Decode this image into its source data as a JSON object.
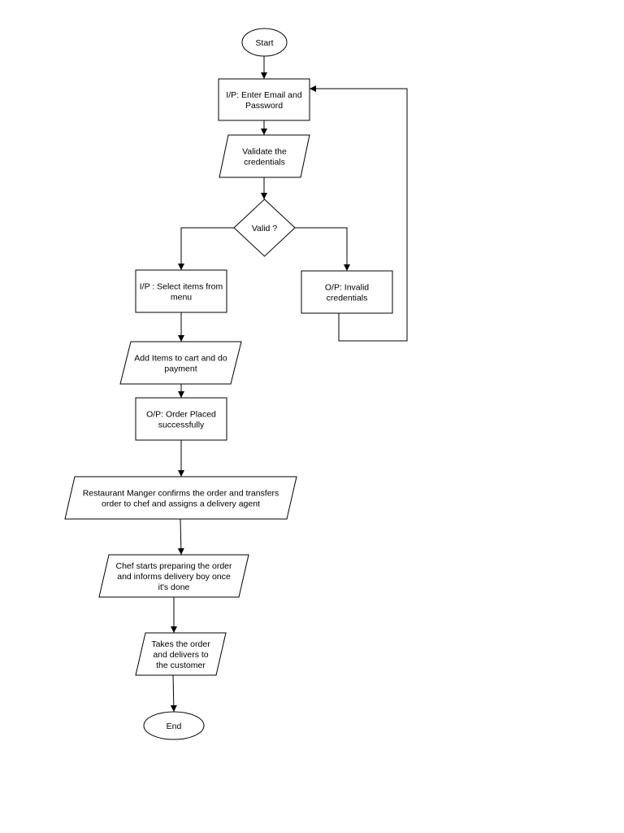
{
  "nodes": {
    "start": {
      "type": "terminator",
      "lines": [
        "Start"
      ]
    },
    "enter_credentials": {
      "type": "process",
      "lines": [
        "I/P: Enter Email and",
        "Password"
      ]
    },
    "validate": {
      "type": "data",
      "lines": [
        "Validate the",
        "credentials"
      ]
    },
    "valid_decision": {
      "type": "decision",
      "lines": [
        "Valid ?"
      ]
    },
    "select_items": {
      "type": "process",
      "lines": [
        "I/P : Select items from",
        "menu"
      ]
    },
    "invalid_credentials": {
      "type": "process",
      "lines": [
        "O/P: Invalid",
        "credentials"
      ]
    },
    "add_to_cart": {
      "type": "data",
      "lines": [
        "Add Items to cart and do",
        "payment"
      ]
    },
    "order_placed": {
      "type": "process",
      "lines": [
        "O/P: Order Placed",
        "successfully"
      ]
    },
    "manager_confirms": {
      "type": "data",
      "lines": [
        "Restaurant Manger confirms the order and transfers",
        "order to chef and assigns a delivery agent"
      ]
    },
    "chef_prepares": {
      "type": "data",
      "lines": [
        "Chef starts preparing the order",
        "and informs delivery boy once",
        "it's done"
      ]
    },
    "deliver": {
      "type": "data",
      "lines": [
        "Takes the order",
        "and delivers to",
        "the customer"
      ]
    },
    "end": {
      "type": "terminator",
      "lines": [
        "End"
      ]
    }
  },
  "edges": [
    [
      "start",
      "enter_credentials"
    ],
    [
      "enter_credentials",
      "validate"
    ],
    [
      "validate",
      "valid_decision"
    ],
    [
      "valid_decision",
      "select_items"
    ],
    [
      "valid_decision",
      "invalid_credentials"
    ],
    [
      "invalid_credentials",
      "enter_credentials"
    ],
    [
      "select_items",
      "add_to_cart"
    ],
    [
      "add_to_cart",
      "order_placed"
    ],
    [
      "order_placed",
      "manager_confirms"
    ],
    [
      "manager_confirms",
      "chef_prepares"
    ],
    [
      "chef_prepares",
      "deliver"
    ],
    [
      "deliver",
      "end"
    ]
  ]
}
